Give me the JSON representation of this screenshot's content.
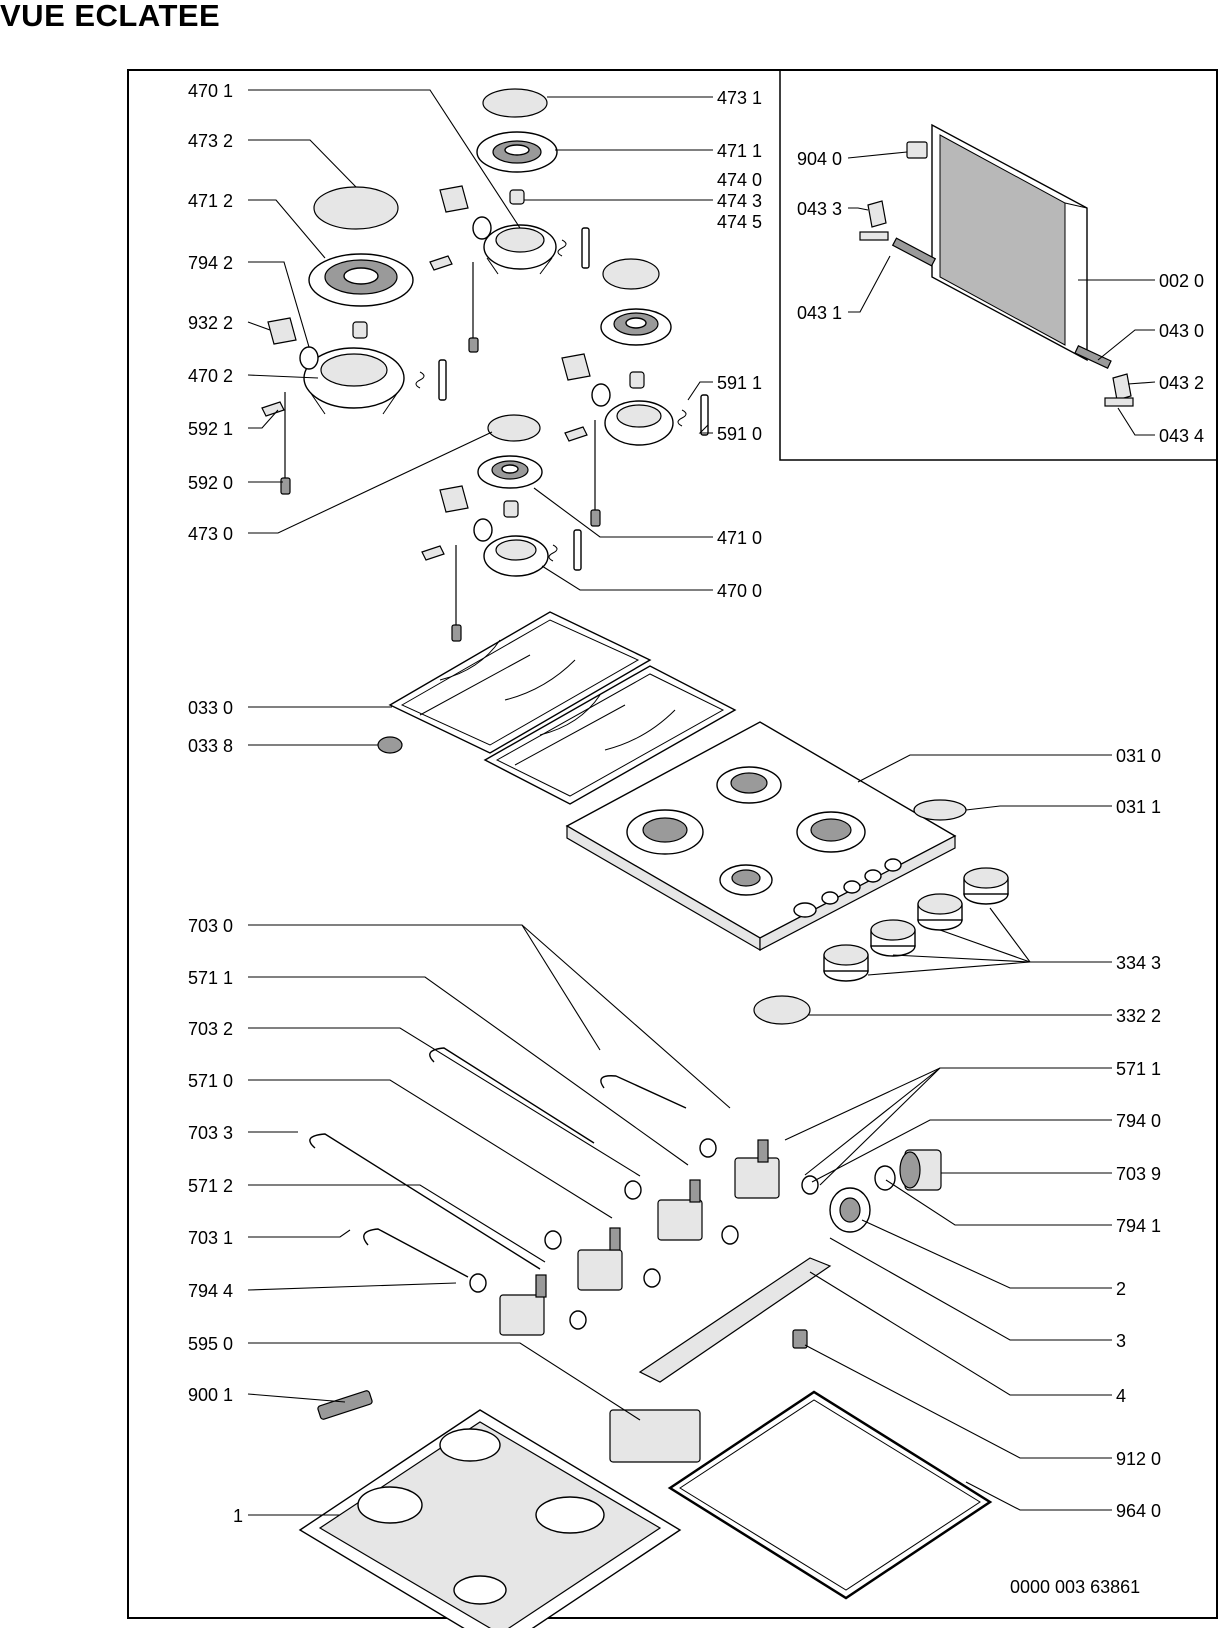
{
  "title": "VUE ECLATEE",
  "document_code": "0000 003 63861",
  "callouts": [
    {
      "id": "c01",
      "label": "470 1"
    },
    {
      "id": "c02",
      "label": "473 2"
    },
    {
      "id": "c03",
      "label": "471 2"
    },
    {
      "id": "c04",
      "label": "794 2"
    },
    {
      "id": "c05",
      "label": "932 2"
    },
    {
      "id": "c06",
      "label": "470 2"
    },
    {
      "id": "c07",
      "label": "592 1"
    },
    {
      "id": "c08",
      "label": "592 0"
    },
    {
      "id": "c09",
      "label": "473 0"
    },
    {
      "id": "c10",
      "label": "473 1"
    },
    {
      "id": "c11",
      "label": "471 1"
    },
    {
      "id": "c12",
      "label": "474 0"
    },
    {
      "id": "c13",
      "label": "474 3"
    },
    {
      "id": "c14",
      "label": "474 5"
    },
    {
      "id": "c15",
      "label": "591 1"
    },
    {
      "id": "c16",
      "label": "591 0"
    },
    {
      "id": "c17",
      "label": "471 0"
    },
    {
      "id": "c18",
      "label": "470 0"
    },
    {
      "id": "c19",
      "label": "904 0"
    },
    {
      "id": "c20",
      "label": "043 3"
    },
    {
      "id": "c21",
      "label": "043 1"
    },
    {
      "id": "c22",
      "label": "002 0"
    },
    {
      "id": "c23",
      "label": "043 0"
    },
    {
      "id": "c24",
      "label": "043 2"
    },
    {
      "id": "c25",
      "label": "043 4"
    },
    {
      "id": "c26",
      "label": "033 0"
    },
    {
      "id": "c27",
      "label": "033 8"
    },
    {
      "id": "c28",
      "label": "031 0"
    },
    {
      "id": "c29",
      "label": "031 1"
    },
    {
      "id": "c30",
      "label": "703 0"
    },
    {
      "id": "c31",
      "label": "571 1"
    },
    {
      "id": "c32",
      "label": "703 2"
    },
    {
      "id": "c33",
      "label": "571 0"
    },
    {
      "id": "c34",
      "label": "703 3"
    },
    {
      "id": "c35",
      "label": "571 2"
    },
    {
      "id": "c36",
      "label": "703 1"
    },
    {
      "id": "c37",
      "label": "794 4"
    },
    {
      "id": "c38",
      "label": "595 0"
    },
    {
      "id": "c39",
      "label": "900 1"
    },
    {
      "id": "c40",
      "label": "1"
    },
    {
      "id": "c41",
      "label": "334 3"
    },
    {
      "id": "c42",
      "label": "332 2"
    },
    {
      "id": "c43",
      "label": "571 1"
    },
    {
      "id": "c44",
      "label": "794 0"
    },
    {
      "id": "c45",
      "label": "703 9"
    },
    {
      "id": "c46",
      "label": "794 1"
    },
    {
      "id": "c47",
      "label": "2"
    },
    {
      "id": "c48",
      "label": "3"
    },
    {
      "id": "c49",
      "label": "4"
    },
    {
      "id": "c50",
      "label": "912 0"
    },
    {
      "id": "c51",
      "label": "964 0"
    }
  ]
}
